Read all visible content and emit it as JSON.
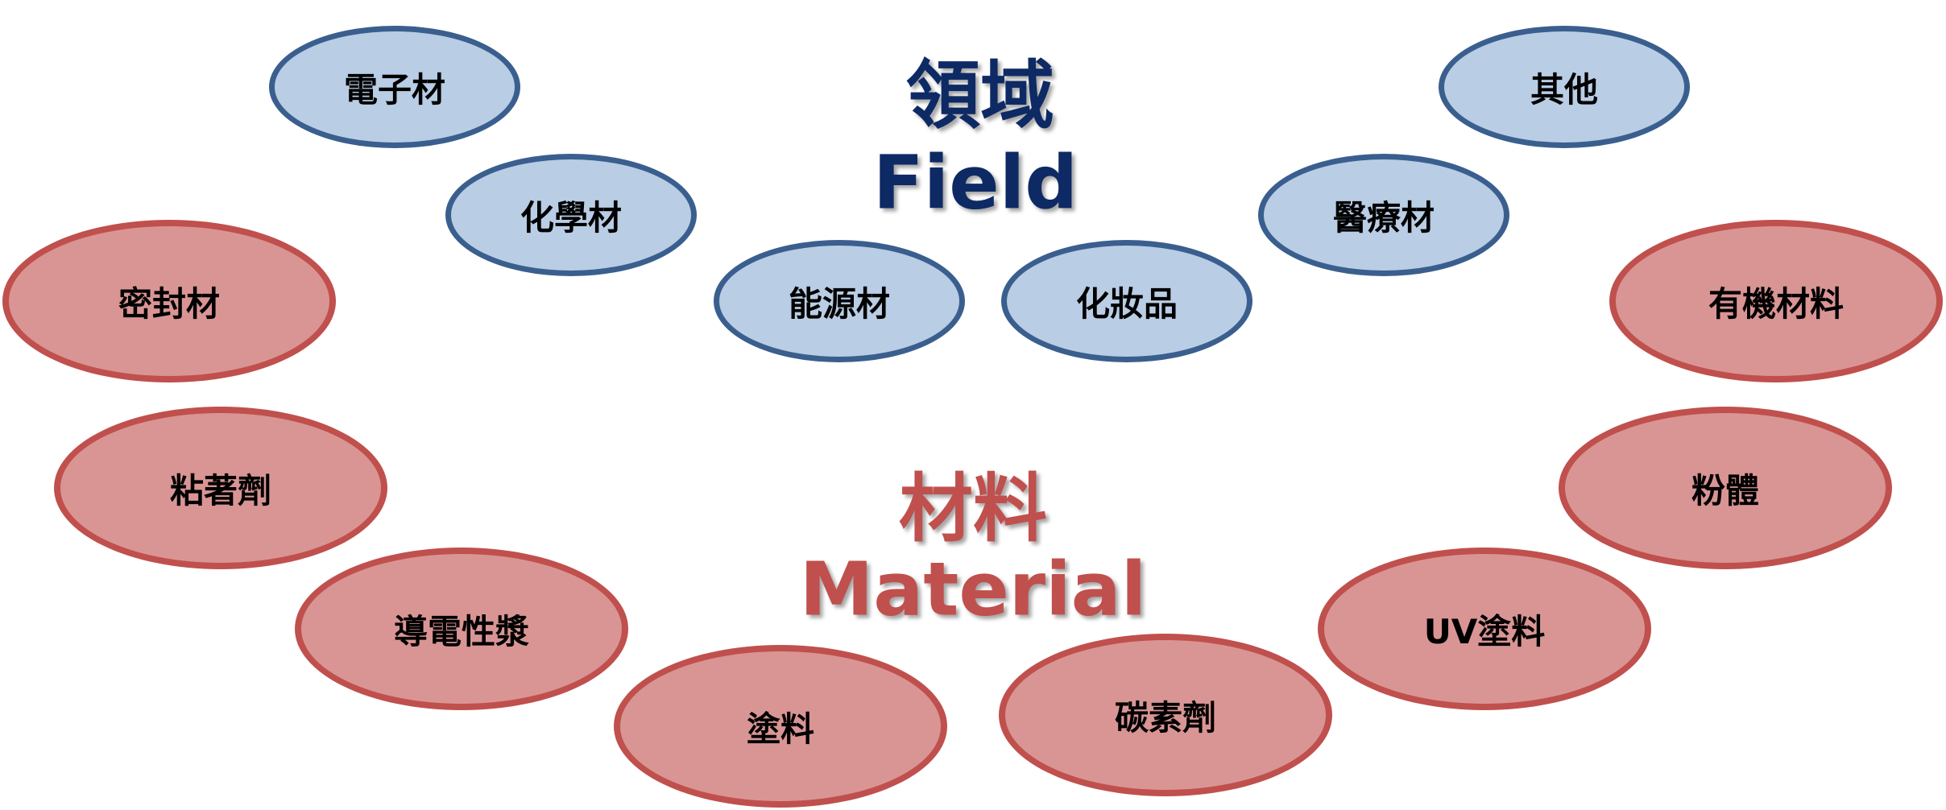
{
  "field_title": {
    "zh": "領域",
    "en": "Field",
    "color": "#0e2a64"
  },
  "material_title": {
    "zh": "材料",
    "en": "Material",
    "color": "#c0504d"
  },
  "fields": [
    {
      "label": "電子材"
    },
    {
      "label": "化學材"
    },
    {
      "label": "能源材"
    },
    {
      "label": "化妝品"
    },
    {
      "label": "醫療材"
    },
    {
      "label": "其他"
    }
  ],
  "materials": [
    {
      "label": "密封材"
    },
    {
      "label": "粘著劑"
    },
    {
      "label": "導電性漿"
    },
    {
      "label": "塗料"
    },
    {
      "label": "碳素劑"
    },
    {
      "label": "UV塗料"
    },
    {
      "label": "粉體"
    },
    {
      "label": "有機材料"
    }
  ],
  "colors": {
    "field_fill": "#b9cde5",
    "field_border": "#3a5f8e",
    "material_fill": "#d99594",
    "material_border": "#c0504d"
  }
}
